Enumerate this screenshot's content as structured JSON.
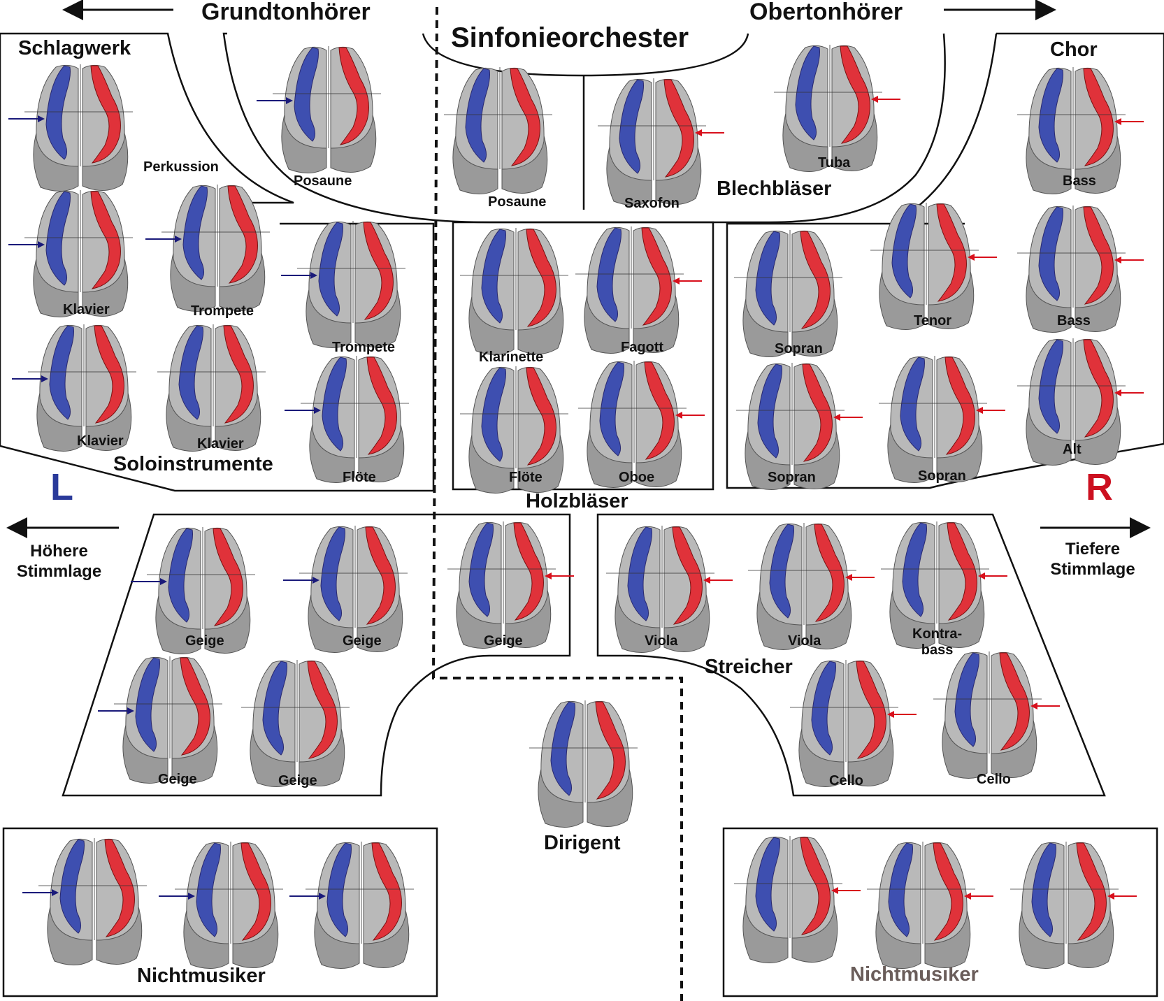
{
  "header": {
    "left_title": "Grundtonhörer",
    "center_title": "Sinfonieorchester",
    "right_title": "Obertonhörer"
  },
  "sections": {
    "schlagwerk": "Schlagwerk",
    "chor": "Chor",
    "blechblaeser": "Blechbläser",
    "soloinstrumente": "Soloinstrumente",
    "holzblaeser": "Holzbläser",
    "streicher": "Streicher",
    "dirigent": "Dirigent",
    "nichtmusiker_left": "Nichtmusiker",
    "nichtmusiker_right": "Nichtmusiker"
  },
  "hemispheres": {
    "left": "L",
    "right": "R"
  },
  "side_labels": {
    "left_line1": "Höhere",
    "left_line2": "Stimmlage",
    "right_line1": "Tiefere",
    "right_line2": "Stimmlage"
  },
  "colors": {
    "left_hemisphere": "#3e4fb0",
    "right_hemisphere": "#e0323a",
    "left_marker": "#1a1a7a",
    "right_marker": "#d8101c",
    "L_letter": "#2a3a9a",
    "R_letter": "#cc1020",
    "nichtmusiker_right_text": "#6a5d5a"
  },
  "brains": [
    {
      "id": "perkussion",
      "label": "Perkussion",
      "arrow": "left"
    },
    {
      "id": "posaune-1",
      "label": "Posaune",
      "arrow": "left"
    },
    {
      "id": "posaune-2",
      "label": "Posaune",
      "arrow": "none"
    },
    {
      "id": "saxofon",
      "label": "Saxofon",
      "arrow": "right"
    },
    {
      "id": "tuba",
      "label": "Tuba",
      "arrow": "right"
    },
    {
      "id": "bass-1",
      "label": "Bass",
      "arrow": "right"
    },
    {
      "id": "klavier-1",
      "label": "Klavier",
      "arrow": "left"
    },
    {
      "id": "trompete-1",
      "label": "Trompete",
      "arrow": "left"
    },
    {
      "id": "trompete-2",
      "label": "Trompete",
      "arrow": "left"
    },
    {
      "id": "klavier-2",
      "label": "Klavier",
      "arrow": "left"
    },
    {
      "id": "klavier-3",
      "label": "Klavier",
      "arrow": "none"
    },
    {
      "id": "floete-1",
      "label": "Flöte",
      "arrow": "left"
    },
    {
      "id": "klarinette",
      "label": "Klarinette",
      "arrow": "none"
    },
    {
      "id": "fagott",
      "label": "Fagott",
      "arrow": "right"
    },
    {
      "id": "floete-2",
      "label": "Flöte",
      "arrow": "none"
    },
    {
      "id": "oboe",
      "label": "Oboe",
      "arrow": "right"
    },
    {
      "id": "sopran-1",
      "label": "Sopran",
      "arrow": "none"
    },
    {
      "id": "tenor",
      "label": "Tenor",
      "arrow": "right"
    },
    {
      "id": "bass-2",
      "label": "Bass",
      "arrow": "right"
    },
    {
      "id": "sopran-2",
      "label": "Sopran",
      "arrow": "right"
    },
    {
      "id": "sopran-3",
      "label": "Sopran",
      "arrow": "right"
    },
    {
      "id": "alt",
      "label": "Alt",
      "arrow": "right"
    },
    {
      "id": "geige-1",
      "label": "Geige",
      "arrow": "left"
    },
    {
      "id": "geige-2",
      "label": "Geige",
      "arrow": "left"
    },
    {
      "id": "geige-3",
      "label": "Geige",
      "arrow": "right"
    },
    {
      "id": "viola-1",
      "label": "Viola",
      "arrow": "right"
    },
    {
      "id": "viola-2",
      "label": "Viola",
      "arrow": "right"
    },
    {
      "id": "kontrabass",
      "label": "Kontra-\nbass",
      "arrow": "right"
    },
    {
      "id": "geige-4",
      "label": "Geige",
      "arrow": "left"
    },
    {
      "id": "geige-5",
      "label": "Geige",
      "arrow": "none"
    },
    {
      "id": "cello-1",
      "label": "Cello",
      "arrow": "right"
    },
    {
      "id": "cello-2",
      "label": "Cello",
      "arrow": "right"
    },
    {
      "id": "dirigent-brain",
      "label": "",
      "arrow": "none"
    },
    {
      "id": "nm-left-1",
      "label": "",
      "arrow": "left"
    },
    {
      "id": "nm-left-2",
      "label": "",
      "arrow": "left"
    },
    {
      "id": "nm-left-3",
      "label": "",
      "arrow": "left"
    },
    {
      "id": "nm-right-1",
      "label": "",
      "arrow": "right"
    },
    {
      "id": "nm-right-2",
      "label": "",
      "arrow": "right"
    },
    {
      "id": "nm-right-3",
      "label": "",
      "arrow": "right"
    }
  ]
}
